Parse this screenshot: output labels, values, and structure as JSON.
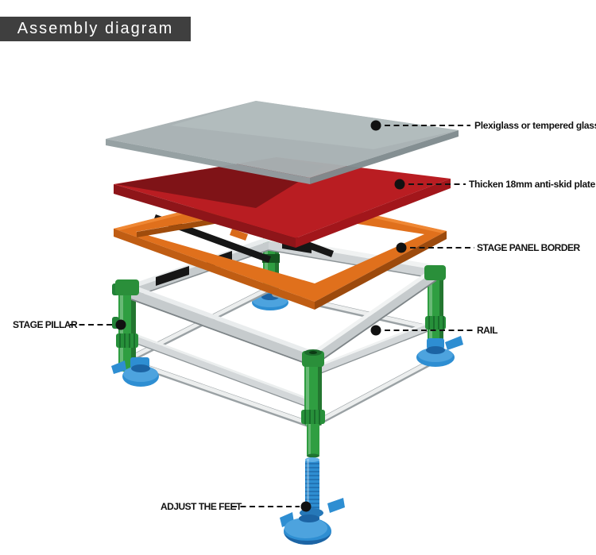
{
  "title": {
    "text": "Assembly diagram"
  },
  "labels": {
    "plexiglass": {
      "text": "Plexiglass or tempered glass"
    },
    "anti_skid": {
      "text": "Thicken 18mm anti-skid plate"
    },
    "panel_border": {
      "text": "STAGE PANEL BORDER"
    },
    "rail": {
      "text": "RAIL"
    },
    "stage_pillar": {
      "text": "STAGE PILLAR"
    },
    "adjust_feet": {
      "text": "ADJUST THE FEET"
    }
  },
  "colors": {
    "title_bg": "#3f3f3f",
    "title_fg": "#ffffff",
    "label": "#111111",
    "glass": "#a8b1b3",
    "plate": "#b91d22",
    "border": "#e0701c",
    "pillar": "#2f9e41",
    "feet": "#2e8ed2",
    "rail": "#c6cbcd"
  }
}
